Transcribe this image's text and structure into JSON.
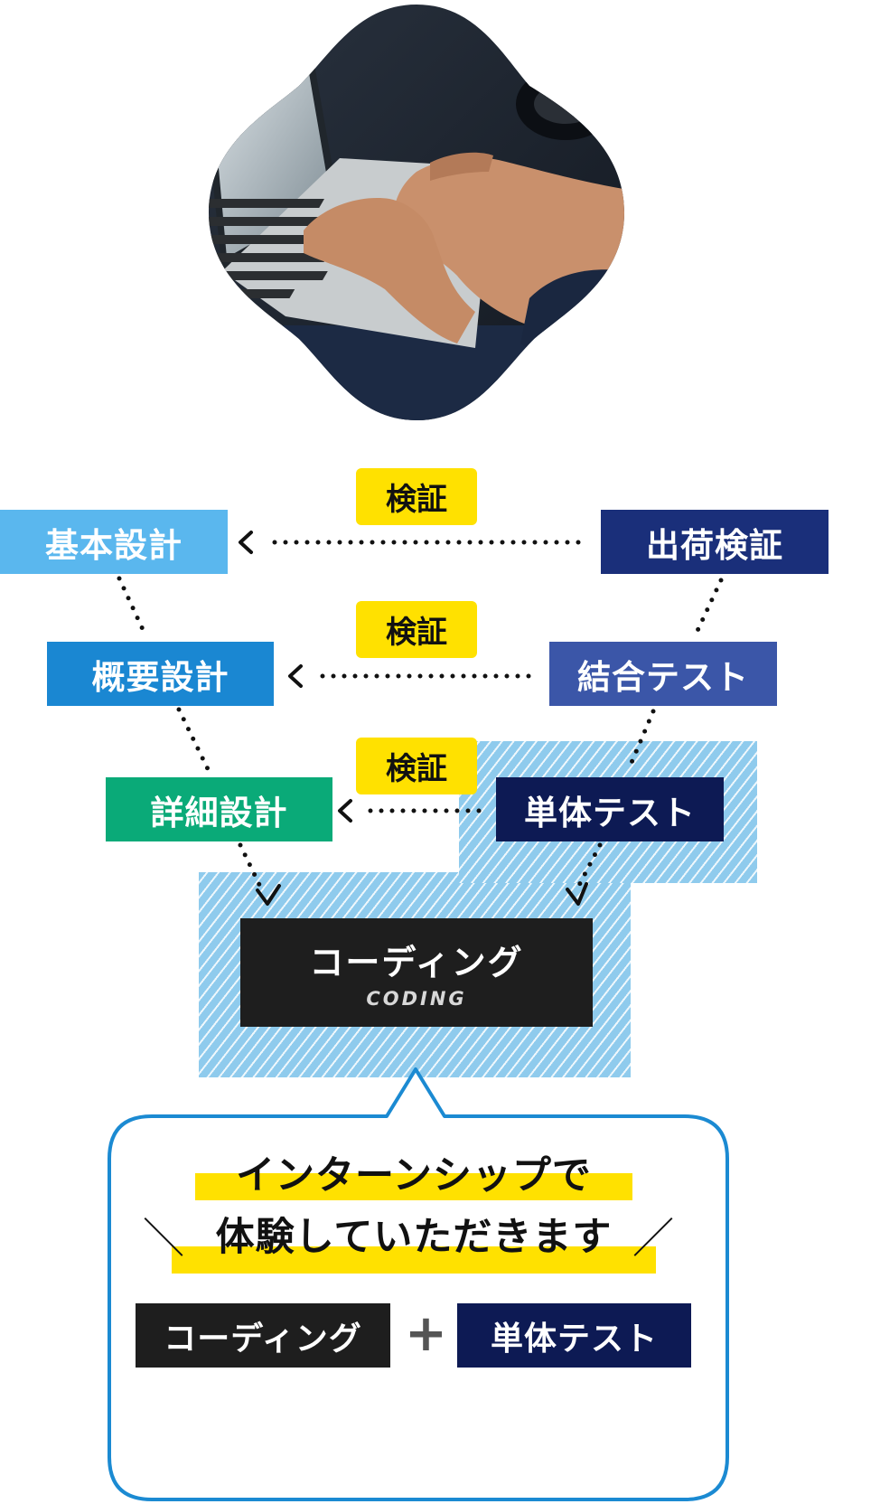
{
  "colors": {
    "kihon": "#5ab7ee",
    "gaiyo": "#1a87d2",
    "shosai": "#0aaa78",
    "shukka": "#1a2f7a",
    "ketsugo": "#3b56a8",
    "tantai": "#0d1a54",
    "coding": "#1e1e1e",
    "tag": "#ffe100",
    "bubble_border": "#1b8ad2",
    "hatch": "#8fcbed"
  },
  "left_steps": {
    "kihon": "基本設計",
    "gaiyo": "概要設計",
    "shosai": "詳細設計"
  },
  "right_steps": {
    "shukka": "出荷検証",
    "ketsugo": "結合テスト",
    "tantai": "単体テスト"
  },
  "verify_tags": [
    "検証",
    "検証",
    "検証"
  ],
  "coding": {
    "title": "コーディング",
    "subtitle": "CODING"
  },
  "bubble": {
    "line1": "インターンシップで",
    "line2": "体験していただきます",
    "left_mark": "＼",
    "right_mark": "／",
    "item1": "コーディング",
    "plus": "+",
    "item2": "単体テスト"
  }
}
